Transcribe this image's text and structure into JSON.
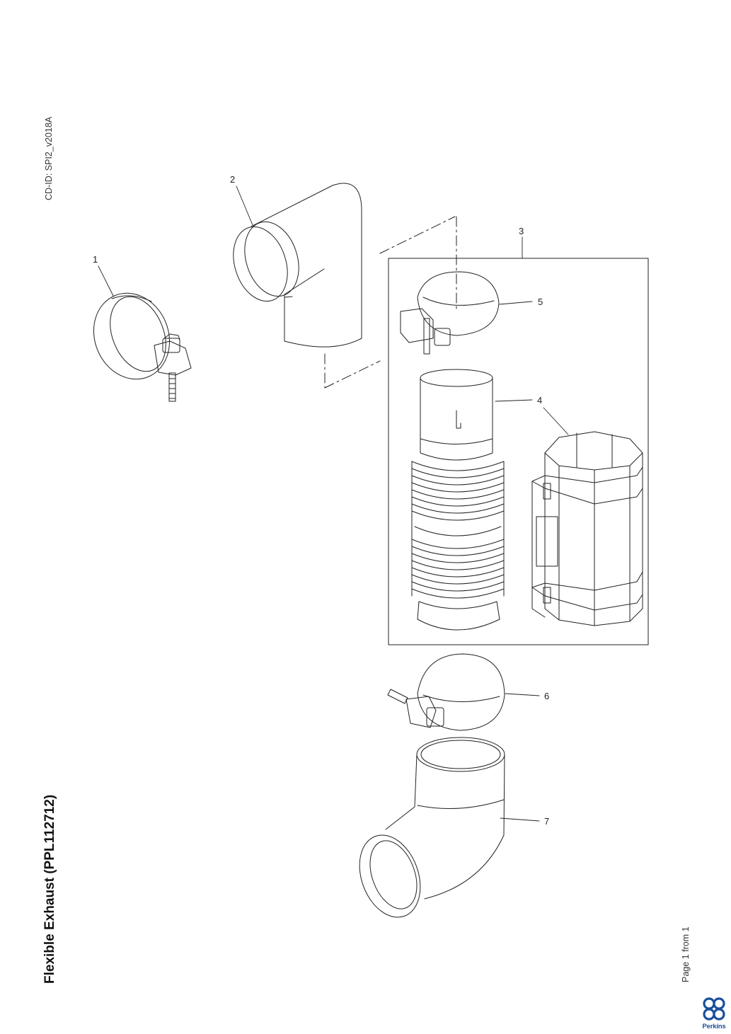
{
  "document": {
    "title": "Flexible Exhaust (PPL112712)",
    "cd_id": "CD-ID: SPI2_v2018A",
    "page_label": "Page 1 from 1"
  },
  "brand": {
    "name": "Perkins",
    "color": "#1a4f9c"
  },
  "callouts": [
    {
      "number": "1"
    },
    {
      "number": "2"
    },
    {
      "number": "3"
    },
    {
      "number": "4"
    },
    {
      "number": "5"
    },
    {
      "number": "6"
    },
    {
      "number": "7"
    }
  ]
}
